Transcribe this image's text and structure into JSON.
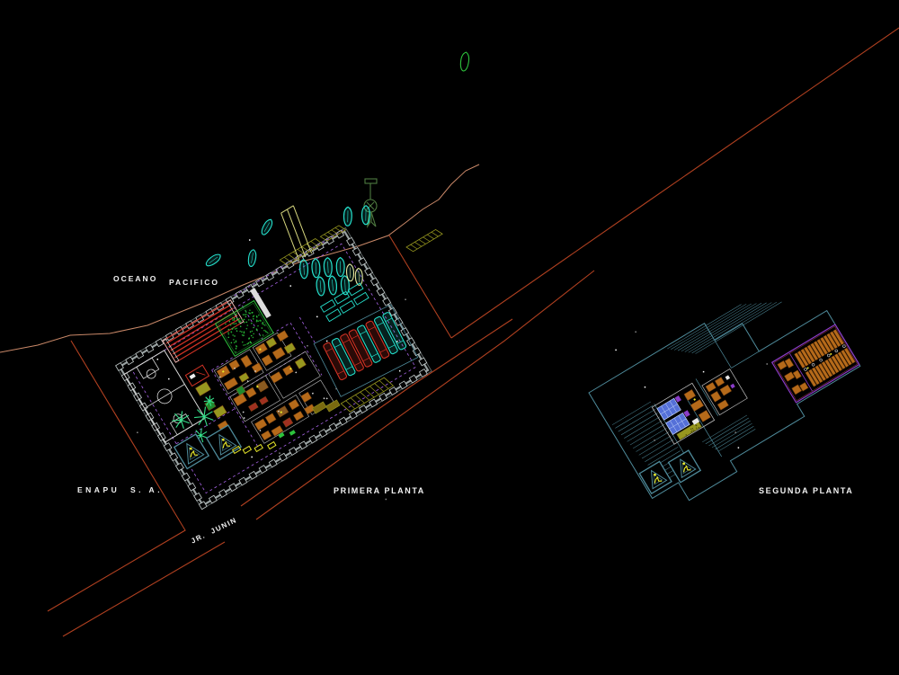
{
  "drawing": {
    "type": "CAD site and floor plan drawing",
    "labels": {
      "ocean_1": "OCEANO",
      "ocean_2": "PACIFICO",
      "company": "ENAPU  S. A.",
      "street": "JR.  JUNIN",
      "floor_1": "PRIMERA PLANTA",
      "floor_2": "SEGUNDA PLANTA"
    },
    "palette": {
      "bg": "#000000",
      "text": "#f2f2f2",
      "road": "#b04020",
      "coast": "#c98868",
      "wall": "#97a0a0",
      "wall_dim": "#5a6262",
      "column": "#c4cccc",
      "teal": "#4e8a9a",
      "cyan": "#25e0cc",
      "purple": "#8a3cc8",
      "violet": "#a864e8",
      "red": "#d03224",
      "orange": "#b56a1a",
      "orange_dark": "#7a4210",
      "olive": "#97971f",
      "yellow": "#e6e62a",
      "green": "#2dc23c",
      "green_pale": "#35e08a",
      "dark_green": "#4e7a40",
      "blue": "#5570d8",
      "white": "#ffffff",
      "court_line": "#d8d8d8",
      "room_line": "#b9b9b9"
    }
  }
}
